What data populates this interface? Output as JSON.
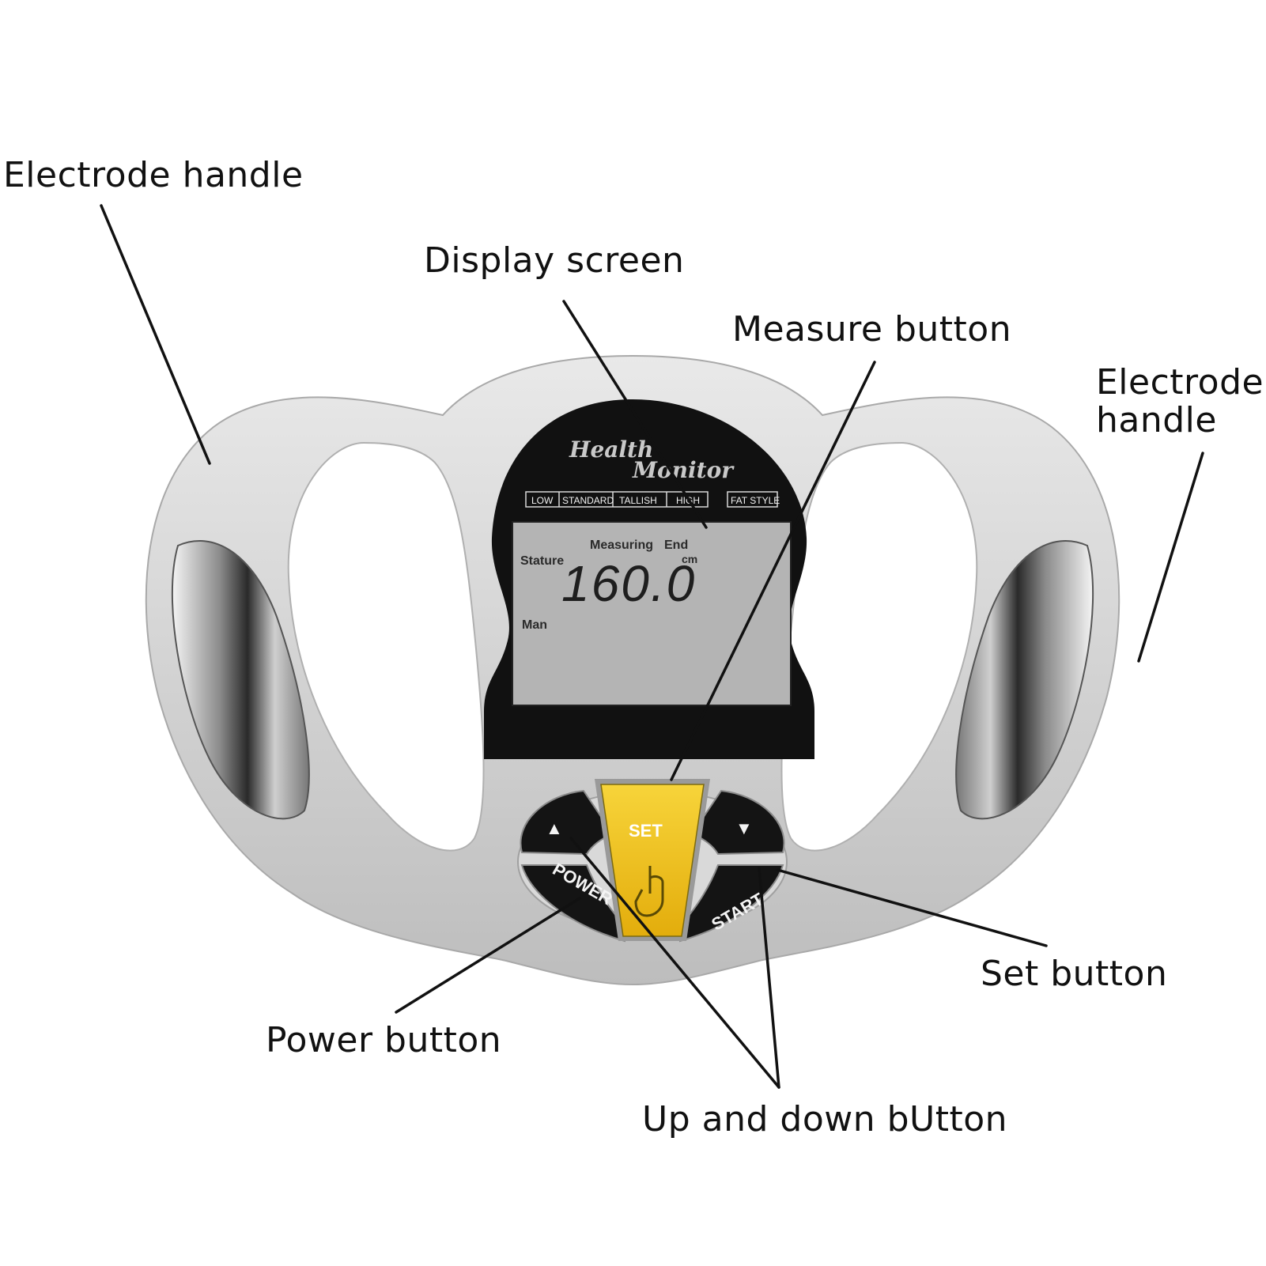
{
  "labels": {
    "electrode_handle_left": "Electrode handle",
    "display_screen": "Display screen",
    "measure_button": "Measure button",
    "electrode_handle_right_line1": "Electrode",
    "electrode_handle_right_line2": "handle",
    "set_button": "Set button",
    "power_button": "Power button",
    "up_down_button": "Up and down bUtton"
  },
  "device": {
    "brand_line1": "Health",
    "brand_line2": "Monitor",
    "ranges": [
      "LOW",
      "STANDARD",
      "TALLISH",
      "HIGH"
    ],
    "fat_style": "FAT STYLE",
    "lcd": {
      "measuring": "Measuring",
      "end": "End",
      "stature": "Stature",
      "value": "160.0",
      "unit": "cm",
      "gender": "Man"
    },
    "buttons": {
      "set": "SET",
      "power": "POWER",
      "start": "START",
      "up_symbol": "▲",
      "down_symbol": "▼"
    }
  },
  "colors": {
    "body_silver": "#cfcfcf",
    "screen_black": "#111111",
    "lcd_gray": "#b4b4b4",
    "set_yellow": "#f2c318"
  }
}
